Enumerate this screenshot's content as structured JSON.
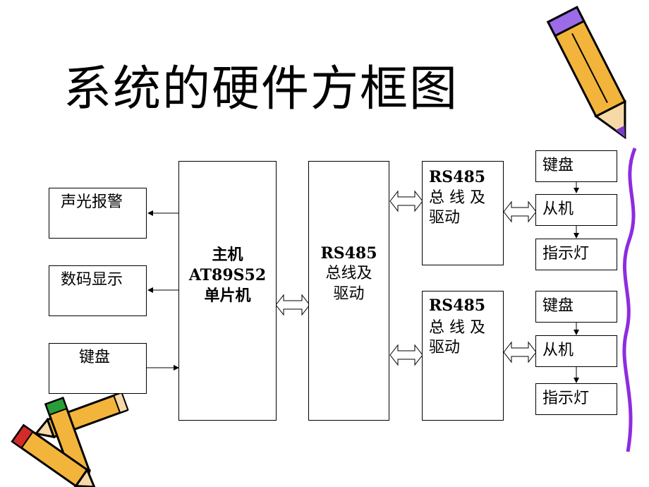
{
  "title": "系统的硬件方框图",
  "diagram": {
    "left_boxes": [
      "声光报警",
      "数码显示",
      "键盘"
    ],
    "host": {
      "line1": "主机",
      "line2": "AT89S52",
      "line3": "单片机"
    },
    "driver": {
      "line1": "RS485",
      "line2": "总线及",
      "line3": "驱动"
    },
    "bus_top": {
      "line1": "RS485",
      "line2": "总 线 及",
      "line3": "驱动"
    },
    "bus_bottom": {
      "line1": "RS485",
      "line2": "总 线 及",
      "line3": "驱动"
    },
    "slave_top": {
      "keyboard": "键盘",
      "slave": "从机",
      "indicator": "指示灯"
    },
    "slave_bottom": {
      "keyboard": "键盘",
      "slave": "从机",
      "indicator": "指示灯"
    }
  }
}
